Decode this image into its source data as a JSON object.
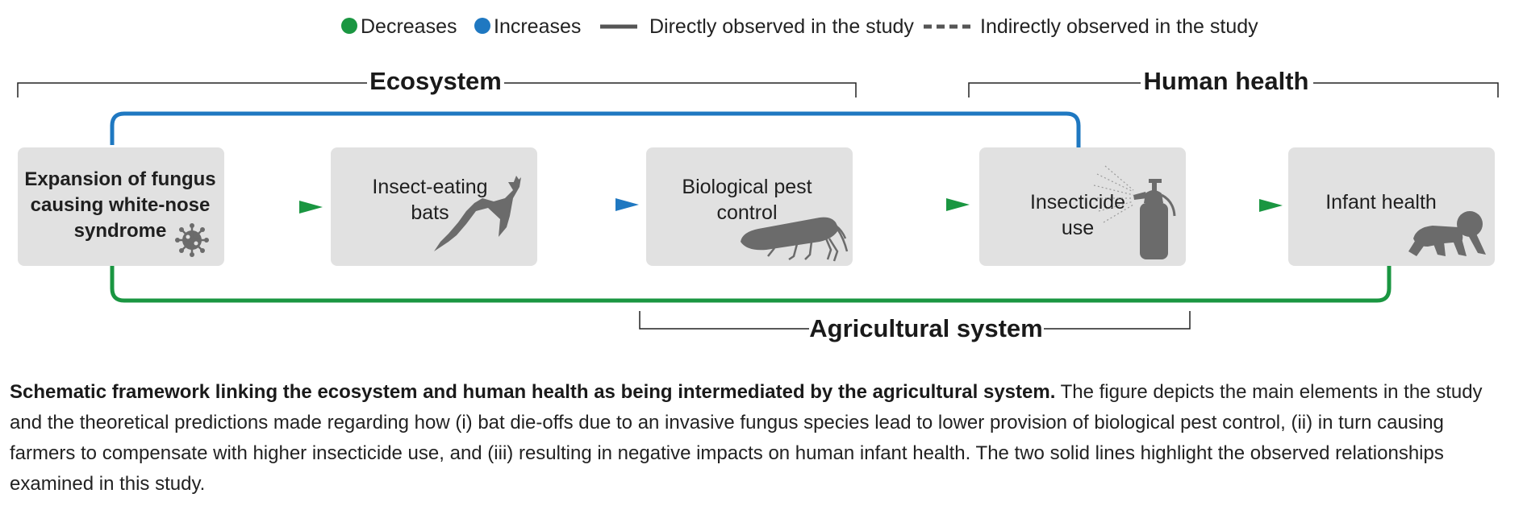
{
  "legend": {
    "decreases": "Decreases",
    "increases": "Increases",
    "direct": "Directly observed in the study",
    "indirect": "Indirectly observed in the study"
  },
  "sections": {
    "ecosystem": "Ecosystem",
    "human_health": "Human health",
    "agricultural_system": "Agricultural system"
  },
  "boxes": {
    "fungus": [
      "Expansion of fungus",
      "causing white-nose",
      "syndrome"
    ],
    "bats": [
      "Insect-eating",
      "bats"
    ],
    "pest_control": [
      "Biological pest",
      "control"
    ],
    "insecticide": [
      "Insecticide",
      "use"
    ],
    "infant": [
      "Infant health"
    ]
  },
  "colors": {
    "decrease": "#1a9641",
    "increase": "#1f78c1",
    "box_fill": "#e1e1e1",
    "icon": "#6b6b6b"
  },
  "icons": [
    "virus-icon",
    "bat-icon",
    "insect-icon",
    "spray-bottle-icon",
    "baby-icon"
  ],
  "caption": {
    "bold": "Schematic framework linking the ecosystem and human health as being intermediated by the agricultural system.",
    "text": " The figure depicts the main elements in the study and the theoretical predictions made regarding how (i) bat die-offs due to an invasive fungus species lead to lower provision of biological pest control, (ii) in turn causing farmers to compensate with higher insecticide use, and (iii) resulting in negative impacts on human infant health. The two solid lines highlight the observed relationships examined in this study."
  }
}
